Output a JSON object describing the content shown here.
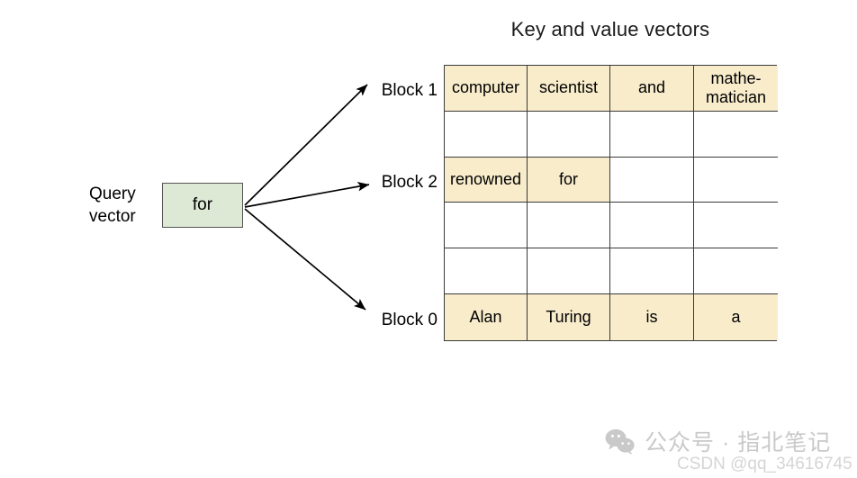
{
  "title": "Key and value vectors",
  "query": {
    "label_line1": "Query",
    "label_line2": "vector",
    "value": "for"
  },
  "blocks": [
    {
      "id": "block-1",
      "label": "Block 1"
    },
    {
      "id": "block-2",
      "label": "Block 2"
    },
    {
      "id": "block-0",
      "label": "Block 0"
    }
  ],
  "grid": {
    "rows": 6,
    "cols": 4,
    "cells": [
      [
        {
          "text": "computer",
          "filled": true,
          "two_line": false
        },
        {
          "text": "scientist",
          "filled": true,
          "two_line": false
        },
        {
          "text": "and",
          "filled": true,
          "two_line": false
        },
        {
          "text": "mathe-\nmatician",
          "filled": true,
          "two_line": true,
          "line1": "mathe-",
          "line2": "matician"
        }
      ],
      [
        {
          "text": "",
          "filled": false
        },
        {
          "text": "",
          "filled": false
        },
        {
          "text": "",
          "filled": false
        },
        {
          "text": "",
          "filled": false
        }
      ],
      [
        {
          "text": "renowned",
          "filled": true,
          "two_line": false
        },
        {
          "text": "for",
          "filled": true,
          "two_line": false
        },
        {
          "text": "",
          "filled": false
        },
        {
          "text": "",
          "filled": false
        }
      ],
      [
        {
          "text": "",
          "filled": false
        },
        {
          "text": "",
          "filled": false
        },
        {
          "text": "",
          "filled": false
        },
        {
          "text": "",
          "filled": false
        }
      ],
      [
        {
          "text": "",
          "filled": false
        },
        {
          "text": "",
          "filled": false
        },
        {
          "text": "",
          "filled": false
        },
        {
          "text": "",
          "filled": false
        }
      ],
      [
        {
          "text": "Alan",
          "filled": true,
          "two_line": false
        },
        {
          "text": "Turing",
          "filled": true,
          "two_line": false
        },
        {
          "text": "is",
          "filled": true,
          "two_line": false
        },
        {
          "text": "a",
          "filled": true,
          "two_line": false
        }
      ]
    ]
  },
  "watermark": {
    "icon": "wechat-icon",
    "text": "公众号 · 指北笔记",
    "credit": "CSDN @qq_34616745"
  },
  "colors": {
    "cell_fill": "#f8eccb",
    "query_fill": "#dde8d5",
    "border": "#3a3a3a",
    "watermark": "#c9c9c9"
  }
}
